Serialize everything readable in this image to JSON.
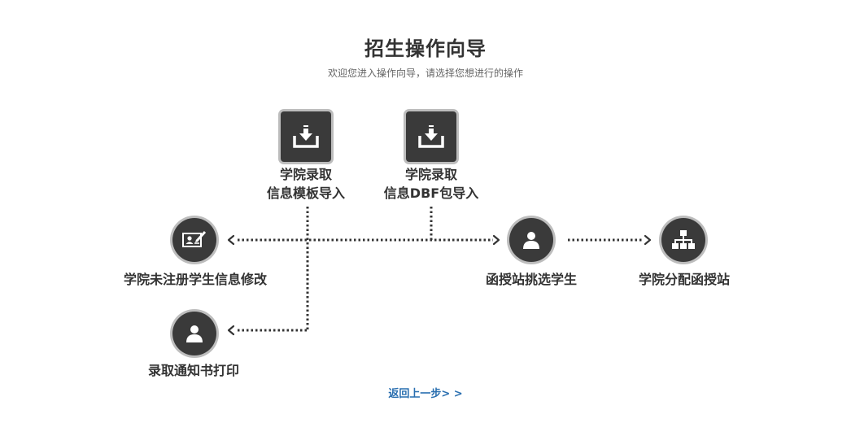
{
  "header": {
    "title": "招生操作向导",
    "subtitle": "欢迎您进入操作向导，请选择您想进行的操作"
  },
  "steps": {
    "template_import": {
      "line1": "学院录取",
      "line2": "信息模板导入",
      "icon": "download-tray-icon"
    },
    "dbf_import": {
      "line1": "学院录取",
      "line2": "信息DBF包导入",
      "icon": "download-tray-icon"
    },
    "edit_unregistered": {
      "label": "学院未注册学生信息修改",
      "icon": "id-card-edit-icon"
    },
    "print_notice": {
      "label": "录取通知书打印",
      "icon": "user-icon"
    },
    "select_students": {
      "label": "函授站挑选学生",
      "icon": "user-icon"
    },
    "assign_station": {
      "label": "学院分配函授站",
      "icon": "sitemap-icon"
    }
  },
  "footer": {
    "back_link": "返回上一步> >"
  },
  "colors": {
    "node_fill": "#3a3a3a",
    "node_ring": "#bdbdbd",
    "link": "#2a6fb0",
    "dotted_line": "#333333"
  }
}
